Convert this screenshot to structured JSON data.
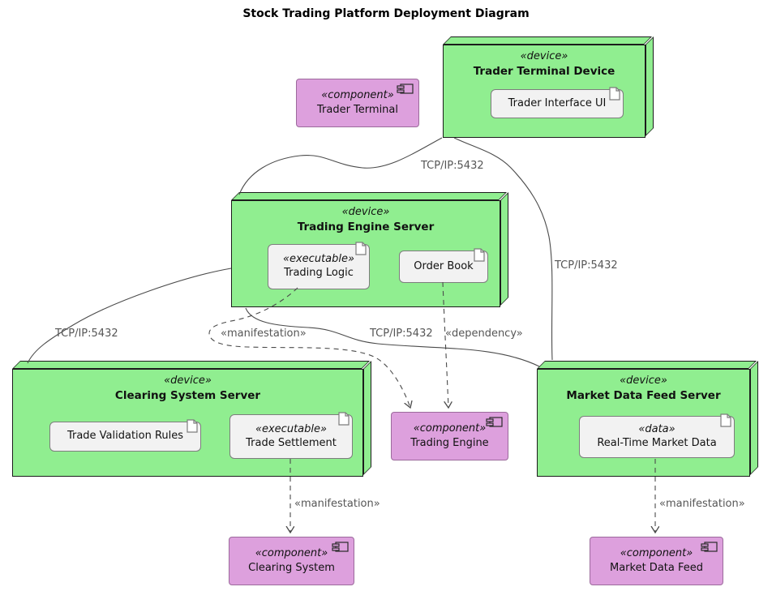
{
  "title": "Stock Trading Platform Deployment Diagram",
  "colors": {
    "node_fill": "#90EE90",
    "node_border": "#1c1c1c",
    "component_fill": "#DDA0DD",
    "component_border": "#9c6a9c",
    "artifact_fill": "#f2f2f2",
    "artifact_border": "#7d7d7d",
    "edge_line": "#4b4b4b",
    "edge_label_text": "#565656"
  },
  "nodes": {
    "trader_terminal_device": {
      "stereotype": "«device»",
      "name": "Trader Terminal Device"
    },
    "trading_engine_server": {
      "stereotype": "«device»",
      "name": "Trading Engine Server"
    },
    "clearing_system_server": {
      "stereotype": "«device»",
      "name": "Clearing System Server"
    },
    "market_data_feed_server": {
      "stereotype": "«device»",
      "name": "Market Data Feed Server"
    }
  },
  "artifacts": {
    "trader_interface_ui": {
      "name": "Trader Interface UI"
    },
    "trading_logic": {
      "stereotype": "«executable»",
      "name": "Trading Logic"
    },
    "order_book": {
      "name": "Order Book"
    },
    "trade_validation_rules": {
      "name": "Trade Validation Rules"
    },
    "trade_settlement": {
      "stereotype": "«executable»",
      "name": "Trade Settlement"
    },
    "real_time_market_data": {
      "stereotype": "«data»",
      "name": "Real-Time Market Data"
    }
  },
  "components": {
    "trader_terminal": {
      "stereotype": "«component»",
      "name": "Trader Terminal"
    },
    "trading_engine": {
      "stereotype": "«component»",
      "name": "Trading Engine"
    },
    "clearing_system": {
      "stereotype": "«component»",
      "name": "Clearing System"
    },
    "market_data_feed": {
      "stereotype": "«component»",
      "name": "Market Data Feed"
    }
  },
  "edge_labels": {
    "ttd_tes": "TCP/IP:5432",
    "ttd_mdfs": "TCP/IP:5432",
    "tes_css": "TCP/IP:5432",
    "tes_mdfs": "TCP/IP:5432",
    "manifestation_trading": "«manifestation»",
    "dependency_orderbook": "«dependency»",
    "manifestation_clearing": "«manifestation»",
    "manifestation_marketdata": "«manifestation»"
  }
}
